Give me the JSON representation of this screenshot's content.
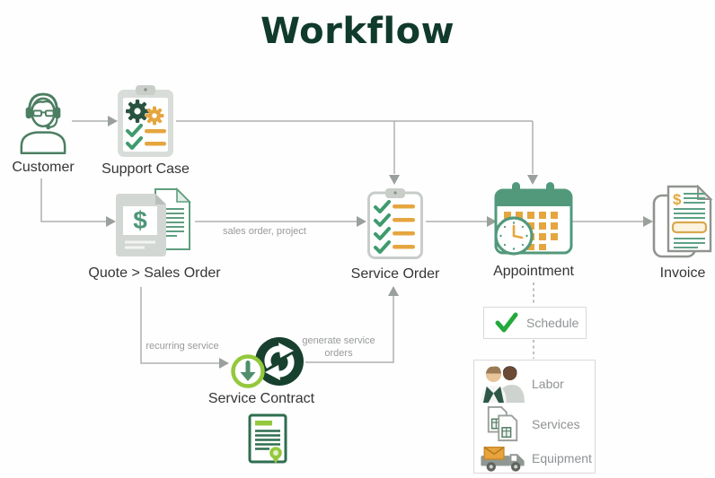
{
  "title": "Workflow",
  "nodes": {
    "customer": {
      "label": "Customer"
    },
    "support_case": {
      "label": "Support Case"
    },
    "quote_sales_order": {
      "label": "Quote > Sales Order",
      "dollar_glyph": "$"
    },
    "service_order": {
      "label": "Service Order"
    },
    "appointment": {
      "label": "Appointment"
    },
    "service_contract": {
      "label": "Service Contract"
    },
    "invoice": {
      "label": "Invoice",
      "dollar_glyph": "$"
    }
  },
  "edge_labels": {
    "sales_order_project": "sales order, project",
    "recurring_service": "recurring service",
    "generate_service_orders": "generate service orders"
  },
  "schedule_box": {
    "label": "Schedule"
  },
  "resources_box": {
    "items": [
      {
        "name": "labor",
        "label": "Labor"
      },
      {
        "name": "services",
        "label": "Services"
      },
      {
        "name": "equipment",
        "label": "Equipment"
      }
    ]
  },
  "colors": {
    "title_green": "#0f3a2c",
    "dark_green": "#2a5240",
    "check_green": "#3f9b6e",
    "calendar_green": "#52997c",
    "orange": "#e5a63f",
    "lime": "#94c83d",
    "bright_green": "#24a93b",
    "connector_gray": "#a9aca9",
    "annotation_gray": "#97999b",
    "node_label_gray": "#333634"
  }
}
